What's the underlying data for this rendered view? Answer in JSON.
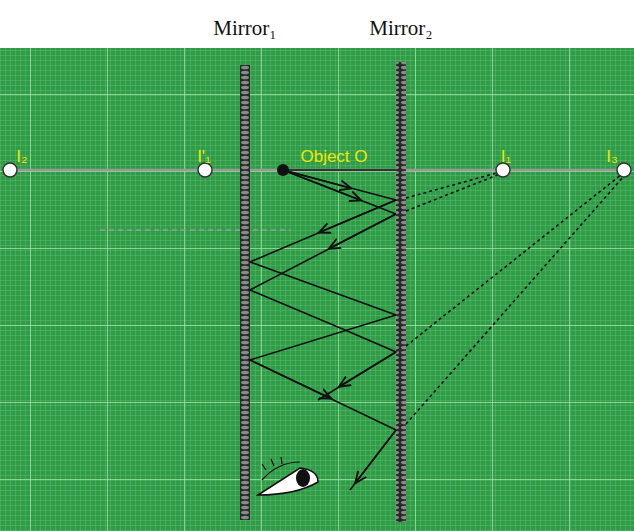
{
  "diagram": {
    "labels": [
      "Mirror₁",
      "Mirror₂",
      "I₂",
      "I'₁",
      "Object O",
      "I₁",
      "I₃"
    ]
  }
}
